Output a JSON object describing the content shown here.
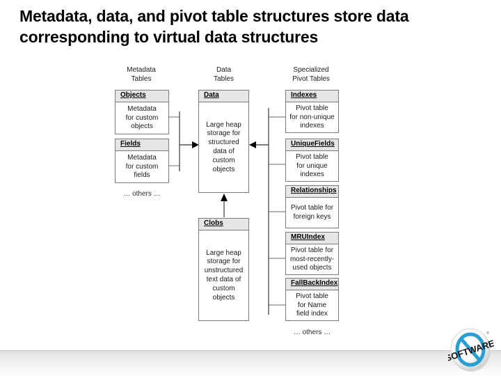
{
  "slide": {
    "title": "Metadata, data, and pivot table structures store data corresponding to virtual data structures"
  },
  "diagram": {
    "columns": [
      {
        "id": "metadata-tables",
        "heading": "Metadata\nTables",
        "footer_note": "… others …",
        "boxes": [
          {
            "name": "Objects",
            "description": "Metadata\nfor custom\nobjects"
          },
          {
            "name": "Fields",
            "description": "Metadata\nfor custom\nfields"
          }
        ]
      },
      {
        "id": "data-tables",
        "heading": "Data\nTables",
        "footer_note": "",
        "boxes": [
          {
            "name": "Data",
            "description": "Large heap\nstorage for\nstructured\ndata of\ncustom\nobjects"
          },
          {
            "name": "Clobs",
            "description": "Large heap\nstorage for\nunstructured\ntext data of\ncustom\nobjects"
          }
        ]
      },
      {
        "id": "specialized-pivot-tables",
        "heading": "Specialized\nPivot Tables",
        "footer_note": "… others …",
        "boxes": [
          {
            "name": "Indexes",
            "description": "Pivot table\nfor non-unique\nindexes"
          },
          {
            "name": "UniqueFields",
            "description": "Pivot table\nfor unique\nindexes"
          },
          {
            "name": "Relationships",
            "description": "Pivot table for\nforeign keys"
          },
          {
            "name": "MRUIndex",
            "description": "Pivot table for\nmost-recently-\nused objects"
          },
          {
            "name": "FallBackIndex",
            "description": "Pivot table\nfor Name\nfield index"
          }
        ]
      }
    ]
  },
  "logo": {
    "text": "SOFTWARE",
    "trademark": "®",
    "ring_color": "#2b9ed1",
    "icon_name": "no-software-logo"
  },
  "colors": {
    "box_border": "#7b7b7b",
    "box_header_fill": "#e6e6e6",
    "connector": "#555555",
    "text": "#1a1a1a",
    "footer_top": "#dedede"
  }
}
